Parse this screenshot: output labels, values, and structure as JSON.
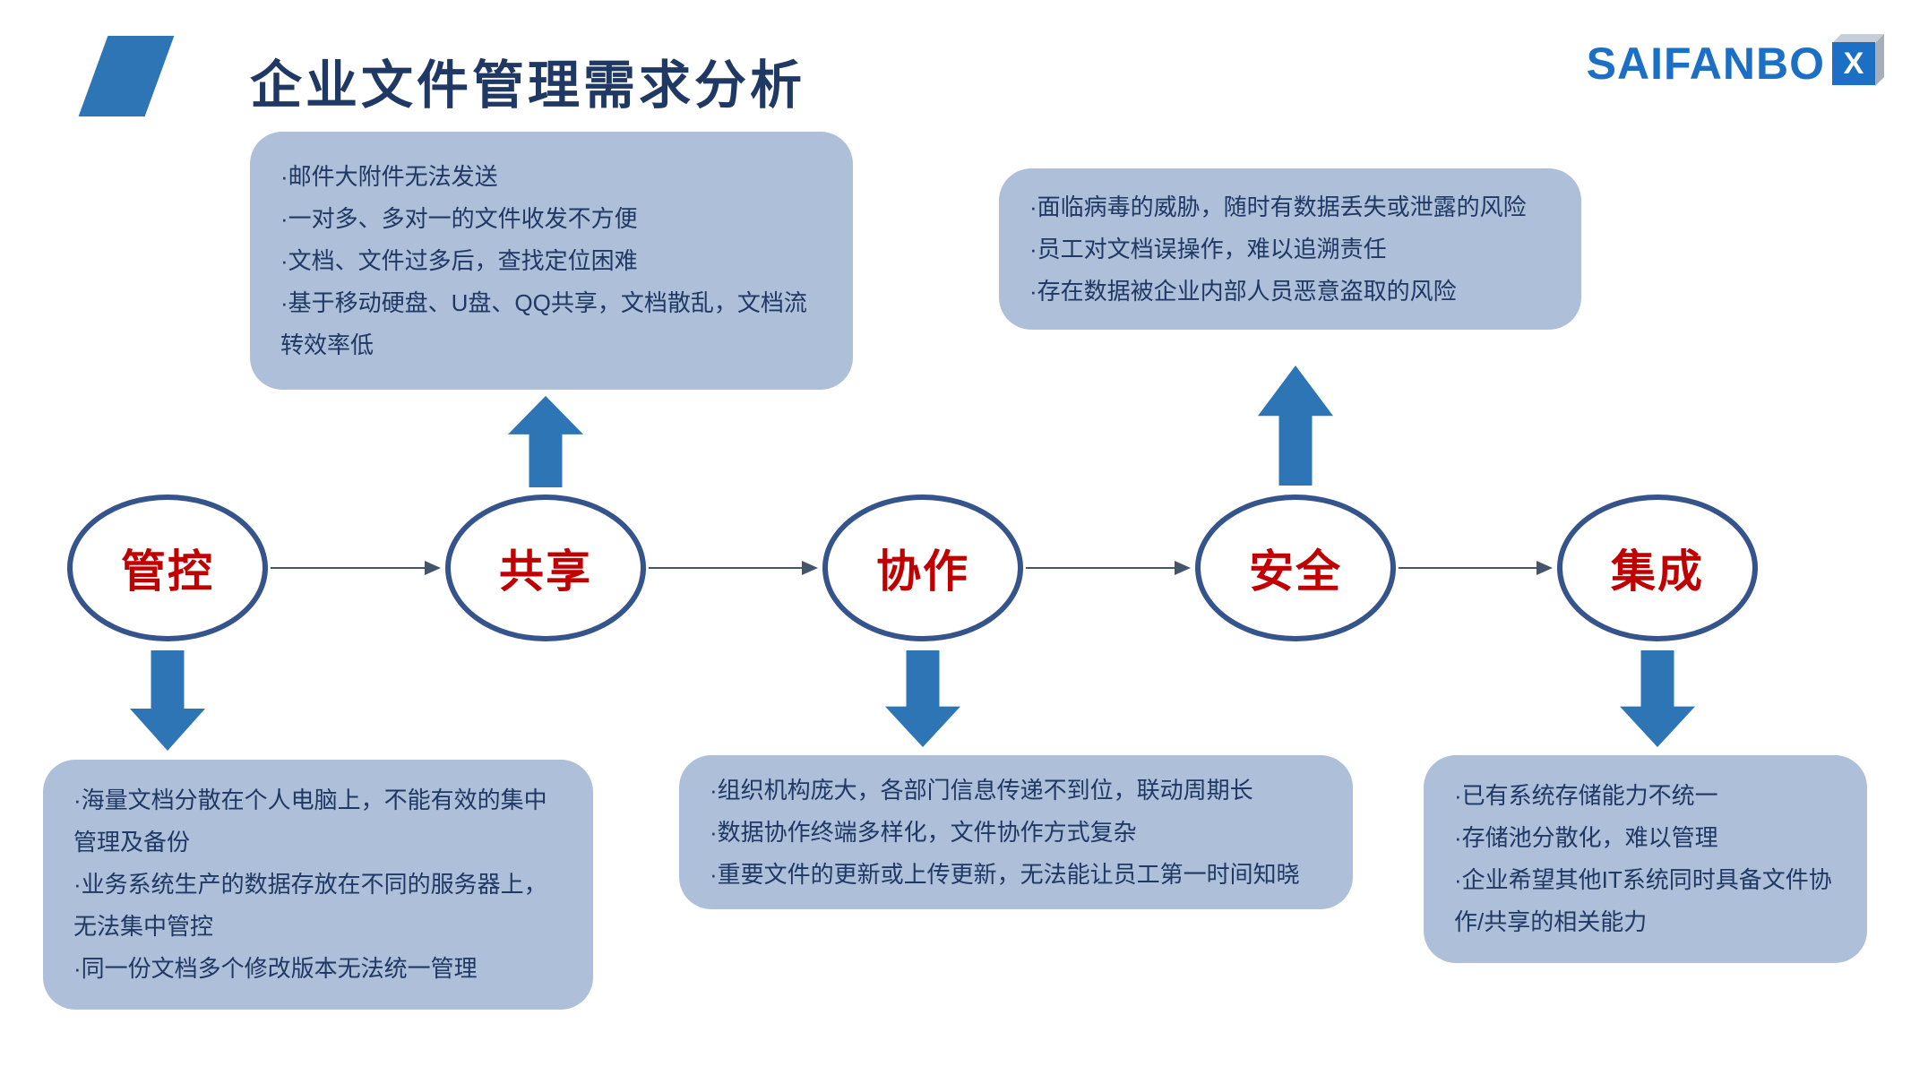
{
  "slide": {
    "title": "企业文件管理需求分析",
    "logo": {
      "text": "SAIFANBO",
      "box_letter": "X"
    }
  },
  "nodes": [
    {
      "label": "管控"
    },
    {
      "label": "共享"
    },
    {
      "label": "协作"
    },
    {
      "label": "安全"
    },
    {
      "label": "集成"
    }
  ],
  "callouts": {
    "share": {
      "lines": [
        "·邮件大附件无法发送",
        "·一对多、多对一的文件收发不方便",
        "·文档、文件过多后，查找定位困难",
        "·基于移动硬盘、U盘、QQ共享，文档散乱，文档流转效率低"
      ]
    },
    "security": {
      "lines": [
        "·面临病毒的威胁，随时有数据丢失或泄露的风险",
        "·员工对文档误操作，难以追溯责任",
        "·存在数据被企业内部人员恶意盗取的风险"
      ]
    },
    "manage": {
      "lines": [
        "·海量文档分散在个人电脑上，不能有效的集中管理及备份",
        "·业务系统生产的数据存放在不同的服务器上，无法集中管控",
        "·同一份文档多个修改版本无法统一管理"
      ]
    },
    "collab": {
      "lines": [
        "·组织机构庞大，各部门信息传递不到位，联动周期长",
        "·数据协作终端多样化，文件协作方式复杂",
        "·重要文件的更新或上传更新，无法能让员工第一时间知晓"
      ]
    },
    "integrate": {
      "lines": [
        "·已有系统存储能力不统一",
        "·存储池分散化，难以管理",
        "·企业希望其他IT系统同时具备文件协作/共享的相关能力"
      ]
    }
  },
  "colors": {
    "accent_blue": "#2e75b6",
    "node_border": "#34548b",
    "node_text": "#c00000",
    "callout_bg": "#aebfd9",
    "text_navy": "#1f3864",
    "connector": "#44546a",
    "logo_blue": "#1b6fc4"
  }
}
